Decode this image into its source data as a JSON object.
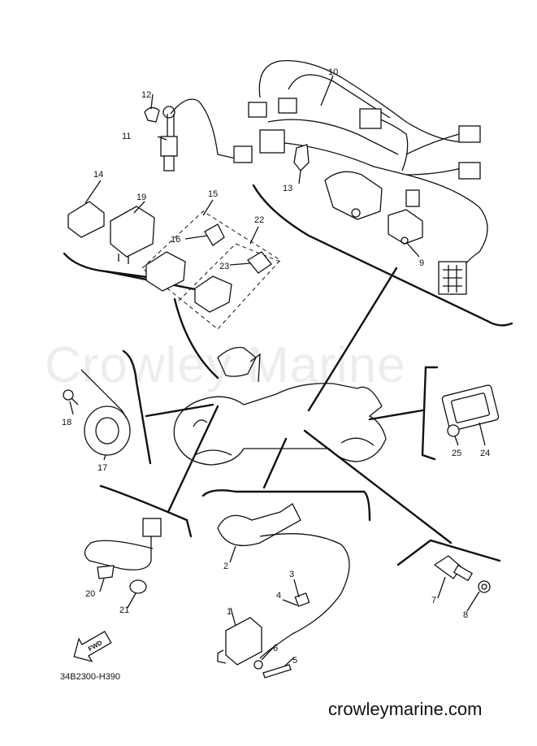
{
  "diagram": {
    "code": "34B2300-H390",
    "site": "crowleymarine.com",
    "watermark": "Crowley Marine",
    "fwd": "FWD"
  },
  "callouts": [
    "1",
    "2",
    "3",
    "4",
    "5",
    "6",
    "7",
    "8",
    "9",
    "10",
    "11",
    "12",
    "13",
    "14",
    "15",
    "16",
    "17",
    "18",
    "19",
    "20",
    "21",
    "22",
    "23",
    "24",
    "25"
  ],
  "icons": {
    "fwd_arrow": "fwd-arrow-icon",
    "motorcycle": "motorcycle-outline-icon"
  }
}
